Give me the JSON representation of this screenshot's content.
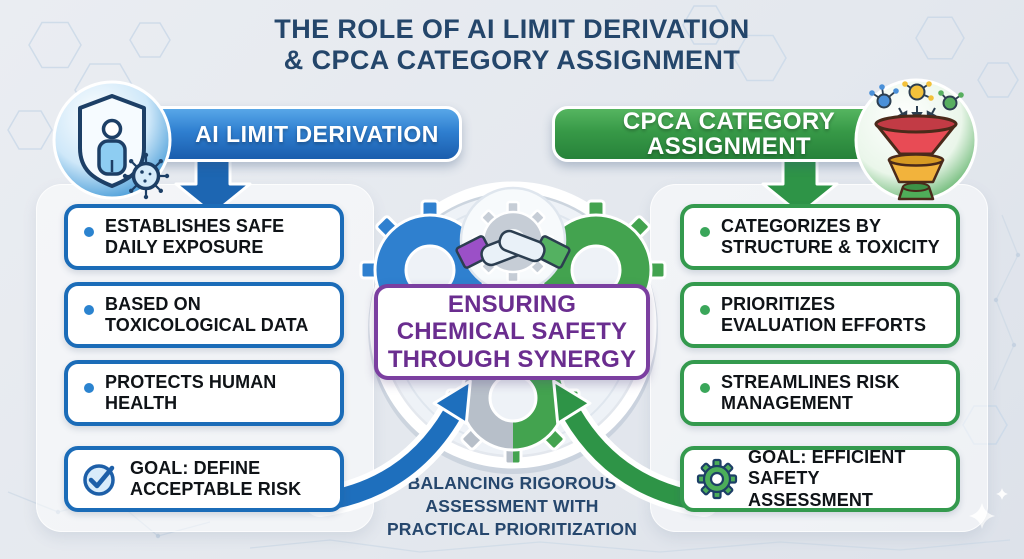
{
  "title": {
    "line1": "THE ROLE OF AI LIMIT DERIVATION",
    "line2": "& CPCA CATEGORY ASSIGNMENT"
  },
  "left_panel": {
    "header": "AI LIMIT DERIVATION",
    "badge_icon": "shield-person-virus-icon",
    "items": [
      {
        "line1": "ESTABLISHES SAFE",
        "line2": "DAILY EXPOSURE",
        "bullet": "dot"
      },
      {
        "line1": "BASED ON",
        "line2": "TOXICOLOGICAL DATA",
        "bullet": "dot"
      },
      {
        "line1": "PROTECTS HUMAN",
        "line2": "HEALTH",
        "bullet": "dot"
      },
      {
        "line1": "GOAL: DEFINE",
        "line2": "ACCEPTABLE RISK",
        "bullet": "check-circle-icon"
      }
    ],
    "accent_color": "#1b6cb8"
  },
  "right_panel": {
    "header_line1": "CPCA CATEGORY",
    "header_line2": "ASSIGNMENT",
    "badge_icon": "funnel-molecules-icon",
    "items": [
      {
        "line1": "CATEGORIZES BY",
        "line2": "STRUCTURE & TOXICITY",
        "bullet": "dot"
      },
      {
        "line1": "PRIORITIZES",
        "line2": "EVALUATION EFFORTS",
        "bullet": "dot"
      },
      {
        "line1": "STREAMLINES RISK",
        "line2": "MANAGEMENT",
        "bullet": "dot"
      },
      {
        "line1": "GOAL: EFFICIENT",
        "line2": "SAFETY ASSESSMENT",
        "bullet": "gear-icon"
      }
    ],
    "accent_color": "#349a4e"
  },
  "center": {
    "line1": "ENSURING",
    "line2": "CHEMICAL SAFETY",
    "line3": "THROUGH SYNERGY",
    "emblem_icon": "handshake-gears-icon",
    "accent_color": "#7b3fa0"
  },
  "footer": {
    "line1": "BALANCING RIGOROUS",
    "line2": "ASSESSMENT WITH",
    "line3": "PRACTICAL PRIORITIZATION",
    "text_color": "#26476d"
  },
  "colors": {
    "blue_accent": "#1e6fbd",
    "green_accent": "#2e9447",
    "purple_accent": "#7b3fa0",
    "navy_text": "#24466b"
  }
}
